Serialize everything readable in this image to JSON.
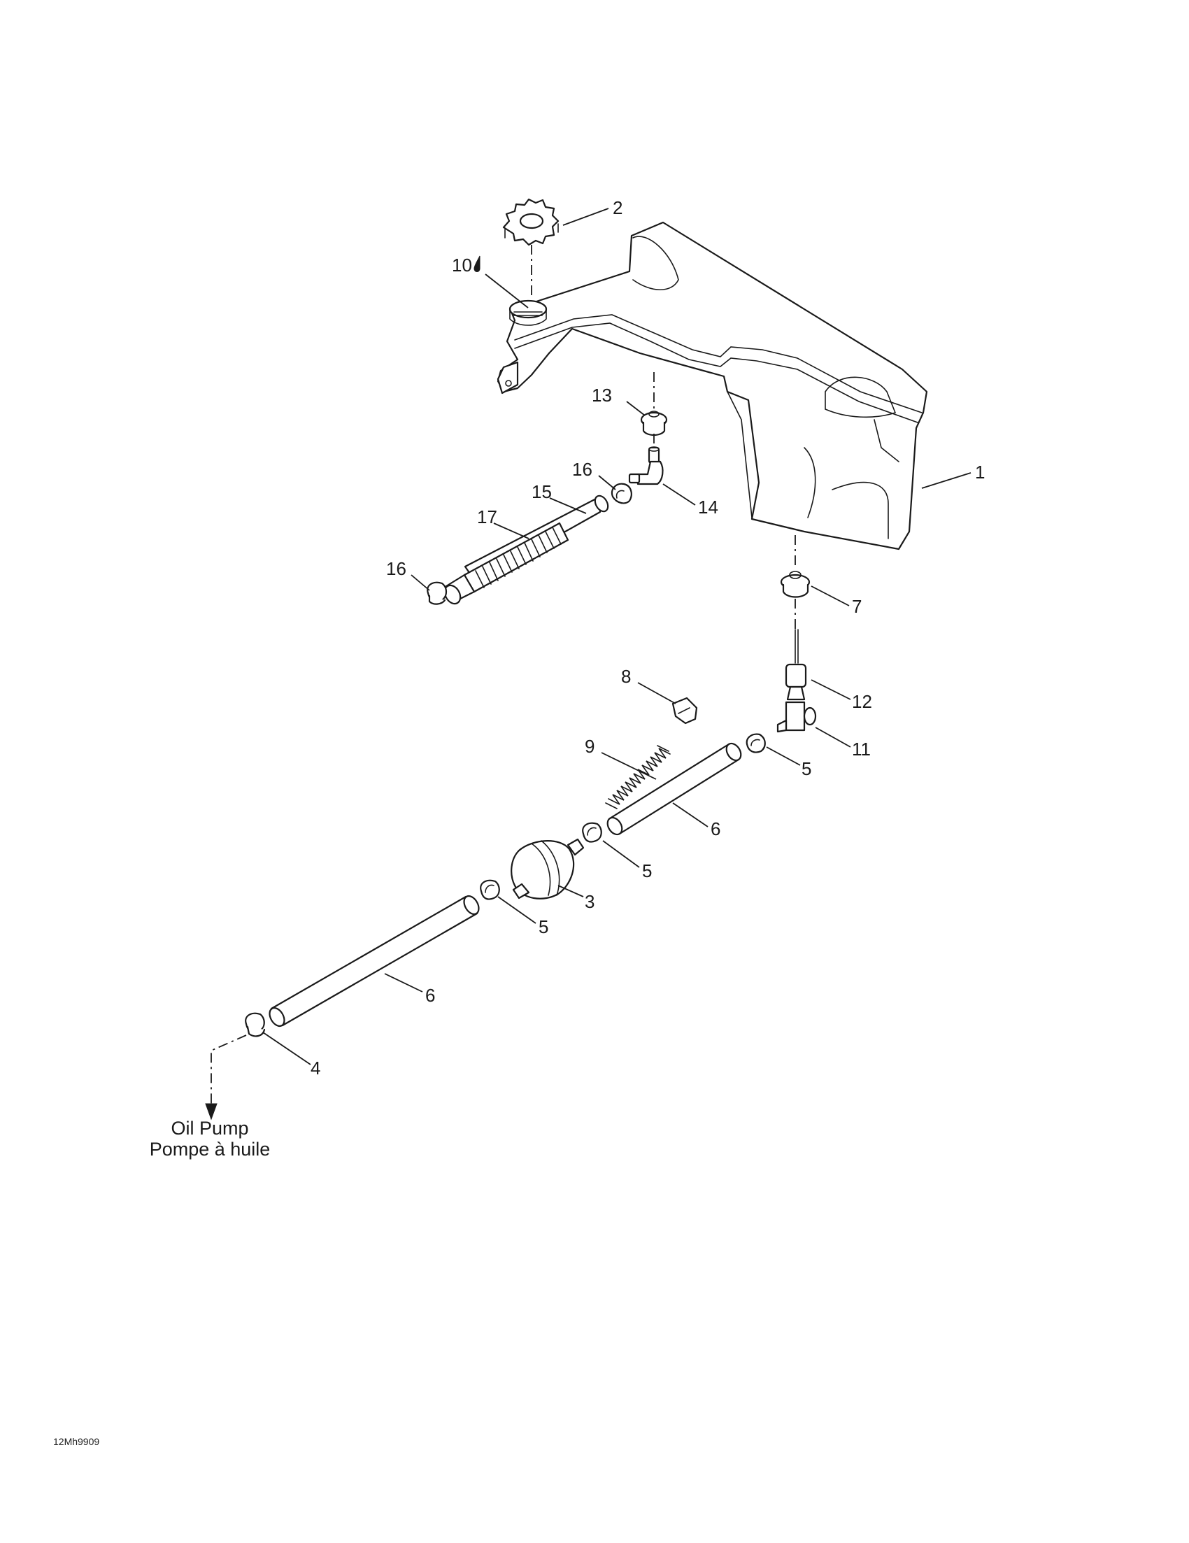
{
  "callouts": {
    "c1": "1",
    "c2": "2",
    "c3": "3",
    "c4": "4",
    "c5a": "5",
    "c5b": "5",
    "c5c": "5",
    "c6a": "6",
    "c6b": "6",
    "c7": "7",
    "c8": "8",
    "c9": "9",
    "c10": "10",
    "c11": "11",
    "c12": "12",
    "c13": "13",
    "c14": "14",
    "c15": "15",
    "c16a": "16",
    "c16b": "16",
    "c17": "17"
  },
  "destination": {
    "line1": "Oil Pump",
    "line2": "Pompe à huile"
  },
  "figure_code": "12Mh9909",
  "icons": {
    "lubricant": "oil-drop-icon",
    "flow": "arrow-down-icon"
  }
}
